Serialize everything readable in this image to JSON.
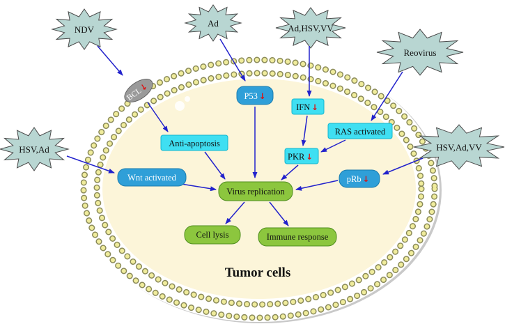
{
  "figure": {
    "title": "Tumor cells",
    "colors": {
      "virus_fill": "#b8d6d2",
      "virus_stroke": "#4a4a4a",
      "membrane_bead": "#f0ec9c",
      "membrane_bead_outline": "#8b8b5a",
      "membrane_band": "#ffffff",
      "cell_interior": "#fcf5d9",
      "cell_shadow": "#c9c9c9",
      "blue_box": "#2f9fd8",
      "cyan_box": "#3fdff2",
      "green_box": "#8cc63e",
      "gray_ellipse": "#9a9a9a",
      "arrow_blue": "#2222cc",
      "down_arrow_red": "#dd1111"
    }
  },
  "viruses": {
    "ndv": {
      "label": "NDV"
    },
    "ad": {
      "label": "Ad"
    },
    "ad_hsv_vv": {
      "label": "Ad,HSV,VV"
    },
    "reovirus": {
      "label": "Reovirus"
    },
    "hsv_ad": {
      "label": "HSV,Ad"
    },
    "hsv_ad_vv": {
      "label": "HSV,Ad,VV"
    }
  },
  "nodes": {
    "bcl": {
      "label": "BCL",
      "arrow": "↓"
    },
    "p53": {
      "label": "P53",
      "arrow": "↓"
    },
    "ifn": {
      "label": "IFN",
      "arrow": "↓"
    },
    "ras": {
      "label": "RAS activated"
    },
    "anti_apoptosis": {
      "label": "Anti-apoptosis"
    },
    "pkr": {
      "label": "PKR",
      "arrow": "↓"
    },
    "wnt": {
      "label": "Wnt activated"
    },
    "prb": {
      "label": "pRb",
      "arrow": "↓"
    },
    "virus_replication": {
      "label": "Virus replication"
    },
    "cell_lysis": {
      "label": "Cell lysis"
    },
    "immune_response": {
      "label": "Immune response"
    }
  }
}
